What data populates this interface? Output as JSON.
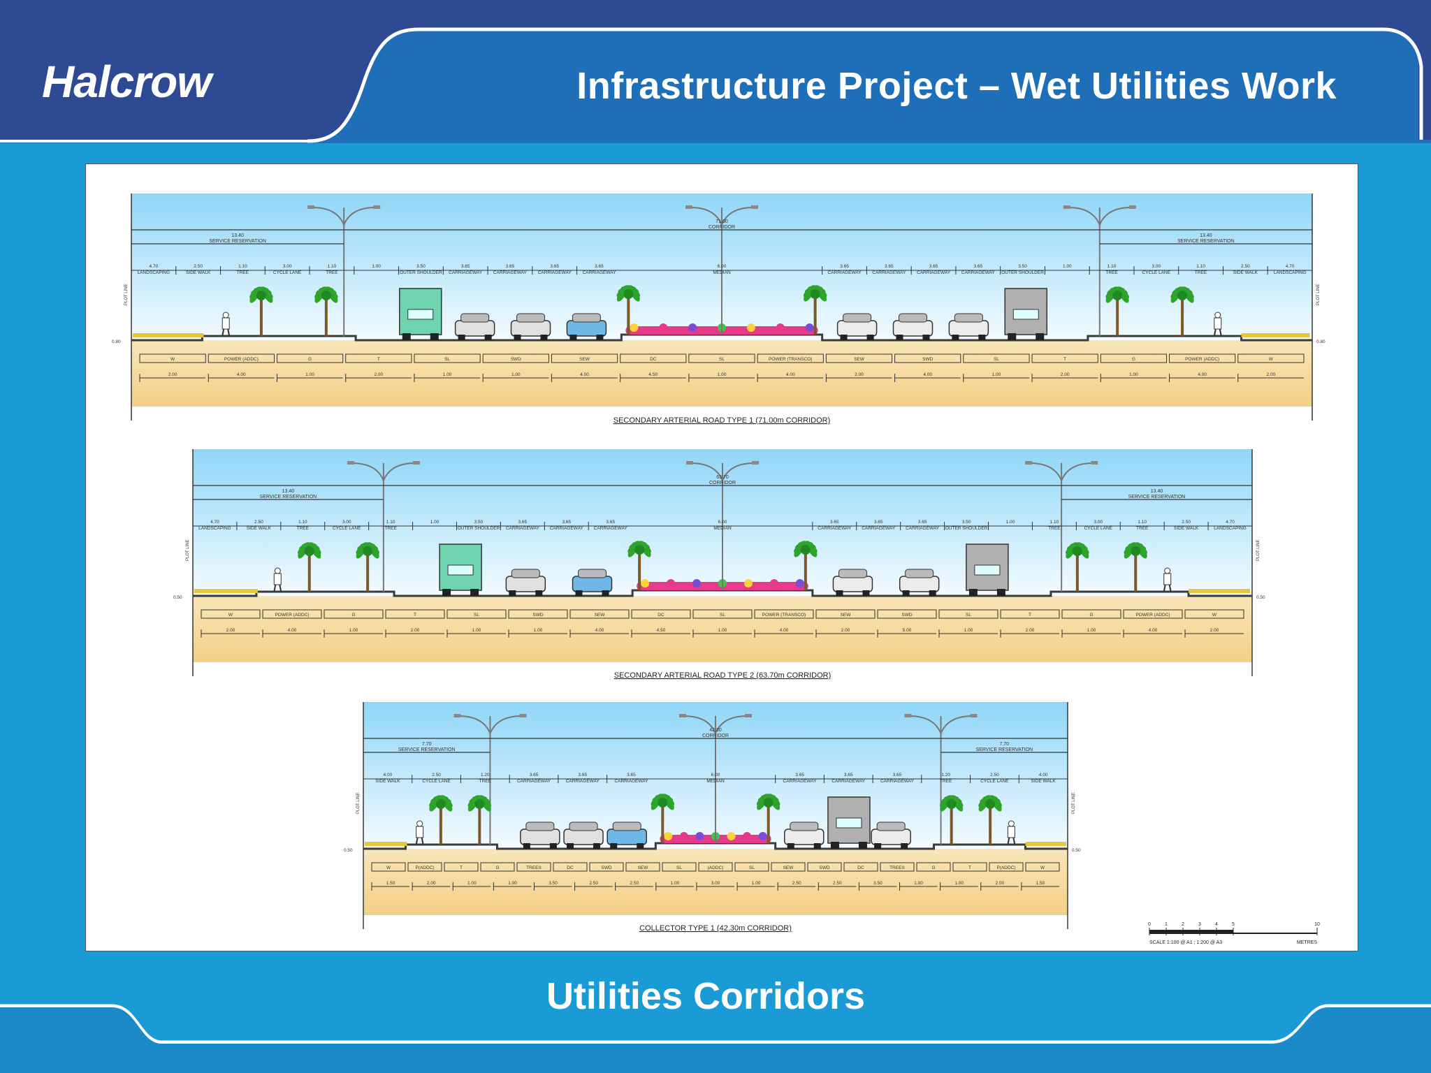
{
  "header": {
    "logo_text": "Halcrow",
    "title": "Infrastructure Project – Wet Utilities Work"
  },
  "footer": {
    "subtitle": "Utilities Corridors"
  },
  "colors": {
    "header_band": "#2e4a93",
    "slide_bg": "#1a9fd9",
    "sky": "#cfeefc",
    "ground": "#f6d79a",
    "road": "#3a3a3a",
    "palm": "#2ea42c",
    "flowers": "#e83a8a"
  },
  "sections": [
    {
      "caption": "SECONDARY ARTERIAL ROAD TYPE 1 (71.00m CORRIDOR)",
      "corridor_width": "71.00",
      "corridor_label": "CORRIDOR",
      "reservation_width": "13.40",
      "reservation_label": "SERVICE RESERVATION",
      "left_lanes": [
        {
          "w": "4.70",
          "label": "LANDSCAPING"
        },
        {
          "w": "2.50",
          "label": "SIDE WALK"
        },
        {
          "w": "1.10",
          "label": "TREE"
        },
        {
          "w": "3.00",
          "label": "CYCLE LANE"
        },
        {
          "w": "1.10",
          "label": "TREE"
        },
        {
          "w": "1.00",
          "label": ""
        },
        {
          "w": "3.50",
          "label": "OUTER SHOULDER"
        },
        {
          "w": "3.65",
          "label": "CARRIAGEWAY"
        },
        {
          "w": "3.65",
          "label": "CARRIAGEWAY"
        },
        {
          "w": "3.65",
          "label": "CARRIAGEWAY"
        },
        {
          "w": "3.65",
          "label": "CARRIAGEWAY"
        }
      ],
      "median": {
        "w": "6.00",
        "label": "MEDIAN"
      },
      "right_lanes": [
        {
          "w": "3.65",
          "label": "CARRIAGEWAY"
        },
        {
          "w": "3.65",
          "label": "CARRIAGEWAY"
        },
        {
          "w": "3.65",
          "label": "CARRIAGEWAY"
        },
        {
          "w": "3.65",
          "label": "CARRIAGEWAY"
        },
        {
          "w": "3.50",
          "label": "OUTER SHOULDER"
        },
        {
          "w": "1.00",
          "label": ""
        },
        {
          "w": "1.10",
          "label": "TREE"
        },
        {
          "w": "3.00",
          "label": "CYCLE LANE"
        },
        {
          "w": "1.10",
          "label": "TREE"
        },
        {
          "w": "2.50",
          "label": "SIDE WALK"
        },
        {
          "w": "4.70",
          "label": "LANDSCAPING"
        }
      ],
      "utilities": [
        "W",
        "POWER (ADDC)",
        "G",
        "T",
        "SL",
        "SWD",
        "SEW",
        "DC",
        "SL",
        "POWER (TRANSCO)",
        "SEW",
        "SWD",
        "SL",
        "T",
        "G",
        "POWER (ADDC)",
        "W"
      ],
      "depths": [
        "2.00",
        "4.00",
        "1.00",
        "2.00",
        "1.00",
        "1.00",
        "4.00",
        "4.50",
        "1.00",
        "4.00",
        "2.00",
        "4.00",
        "1.00",
        "2.00",
        "1.00",
        "4.00",
        "2.00"
      ],
      "edge_level": "0.80",
      "plot_line": "PLOT LINE"
    },
    {
      "caption": "SECONDARY ARTERIAL ROAD TYPE 2 (63.70m CORRIDOR)",
      "corridor_width": "63.70",
      "corridor_label": "CORRIDOR",
      "reservation_width": "13.40",
      "reservation_label": "SERVICE RESERVATION",
      "left_lanes": [
        {
          "w": "4.70",
          "label": "LANDSCAPING"
        },
        {
          "w": "2.50",
          "label": "SIDE WALK"
        },
        {
          "w": "1.10",
          "label": "TREE"
        },
        {
          "w": "3.00",
          "label": "CYCLE LANE"
        },
        {
          "w": "1.10",
          "label": "TREE"
        },
        {
          "w": "1.00",
          "label": ""
        },
        {
          "w": "3.50",
          "label": "OUTER SHOULDER"
        },
        {
          "w": "3.65",
          "label": "CARRIAGEWAY"
        },
        {
          "w": "3.65",
          "label": "CARRIAGEWAY"
        },
        {
          "w": "3.65",
          "label": "CARRIAGEWAY"
        }
      ],
      "median": {
        "w": "6.00",
        "label": "MEDIAN"
      },
      "right_lanes": [
        {
          "w": "3.65",
          "label": "CARRIAGEWAY"
        },
        {
          "w": "3.65",
          "label": "CARRIAGEWAY"
        },
        {
          "w": "3.65",
          "label": "CARRIAGEWAY"
        },
        {
          "w": "3.50",
          "label": "OUTER SHOULDER"
        },
        {
          "w": "1.00",
          "label": ""
        },
        {
          "w": "1.10",
          "label": "TREE"
        },
        {
          "w": "3.00",
          "label": "CYCLE LANE"
        },
        {
          "w": "1.10",
          "label": "TREE"
        },
        {
          "w": "2.50",
          "label": "SIDE WALK"
        },
        {
          "w": "4.70",
          "label": "LANDSCAPING"
        }
      ],
      "utilities": [
        "W",
        "POWER (ADDC)",
        "G",
        "T",
        "SL",
        "SWD",
        "SEW",
        "DC",
        "SL",
        "POWER (TRANSCO)",
        "SEW",
        "SWD",
        "SL",
        "T",
        "G",
        "POWER (ADDC)",
        "W"
      ],
      "depths": [
        "2.00",
        "4.00",
        "1.00",
        "2.00",
        "1.00",
        "1.00",
        "4.00",
        "4.50",
        "1.00",
        "4.00",
        "2.00",
        "5.00",
        "1.00",
        "2.00",
        "1.00",
        "4.00",
        "2.00"
      ],
      "edge_level": "0.50",
      "plot_line": "PLOT LINE"
    },
    {
      "caption": "COLLECTOR TYPE 1 (42.30m CORRIDOR)",
      "corridor_width": "42.30",
      "corridor_label": "CORRIDOR",
      "reservation_width": "7.70",
      "reservation_label": "SERVICE RESERVATION",
      "left_lanes": [
        {
          "w": "4.00",
          "label": "SIDE WALK"
        },
        {
          "w": "2.50",
          "label": "CYCLE LANE"
        },
        {
          "w": "1.20",
          "label": "TREE"
        },
        {
          "w": "3.65",
          "label": "CARRIAGEWAY"
        },
        {
          "w": "3.65",
          "label": "CARRIAGEWAY"
        },
        {
          "w": "3.65",
          "label": "CARRIAGEWAY"
        }
      ],
      "median": {
        "w": "6.00",
        "label": "MEDIAN"
      },
      "right_lanes": [
        {
          "w": "3.65",
          "label": "CARRIAGEWAY"
        },
        {
          "w": "3.65",
          "label": "CARRIAGEWAY"
        },
        {
          "w": "3.65",
          "label": "CARRIAGEWAY"
        },
        {
          "w": "1.20",
          "label": "TREE"
        },
        {
          "w": "2.50",
          "label": "CYCLE LANE"
        },
        {
          "w": "4.00",
          "label": "SIDE WALK"
        }
      ],
      "utilities": [
        "W",
        "P(ADDC)",
        "T",
        "G",
        "TREES",
        "DC",
        "SWD",
        "SEW",
        "SL",
        "(ADDC)",
        "SL",
        "SEW",
        "SWD",
        "DC",
        "TREES",
        "G",
        "T",
        "P(ADDC)",
        "W"
      ],
      "depths": [
        "1.50",
        "2.00",
        "1.00",
        "1.00",
        "3.50",
        "2.50",
        "2.50",
        "1.00",
        "3.00",
        "1.00",
        "2.50",
        "2.50",
        "3.50",
        "1.00",
        "1.00",
        "2.00",
        "1.50"
      ],
      "edge_level": "0.50",
      "plot_line": "PLOT LINE"
    }
  ],
  "scale_bar": {
    "ticks": [
      "0",
      "1",
      "2",
      "3",
      "4",
      "5",
      "10"
    ],
    "note": "SCALE 1:100 @ A1 ; 1:200 @ A3",
    "unit": "METRES"
  }
}
